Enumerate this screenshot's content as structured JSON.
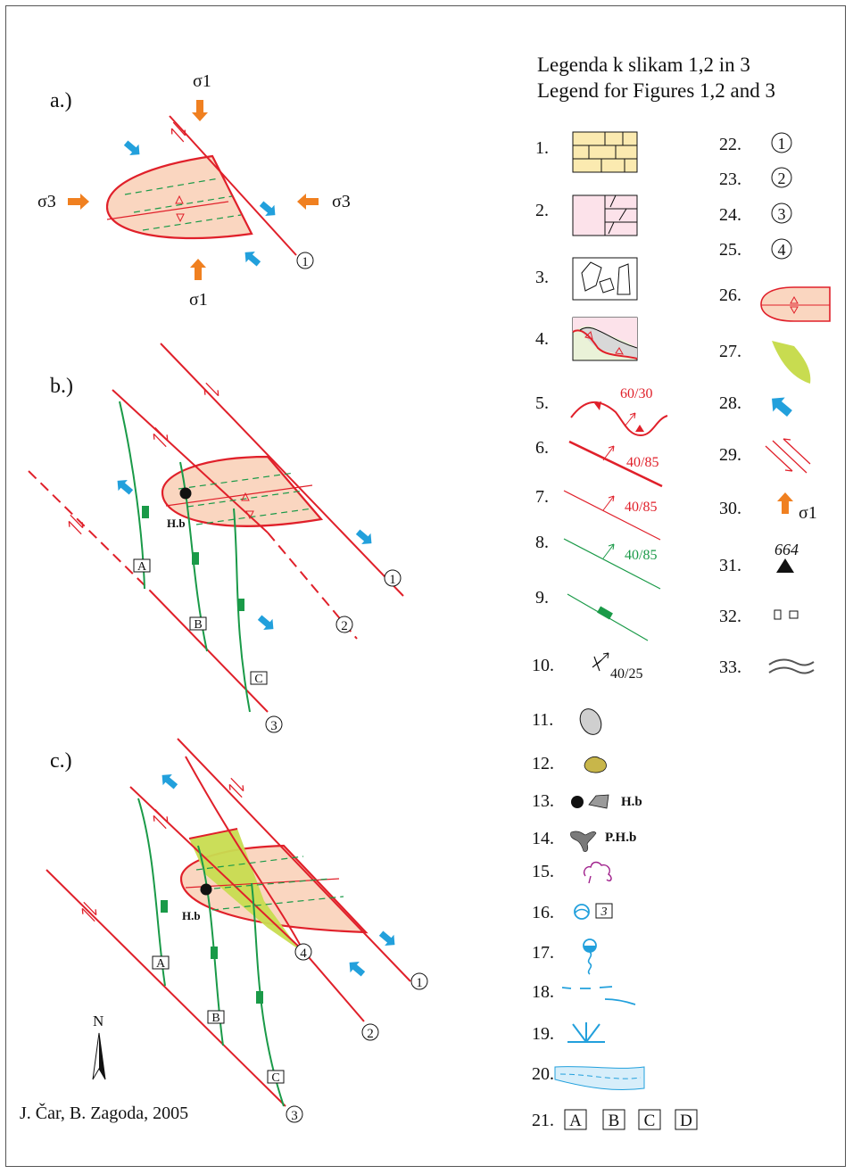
{
  "legend": {
    "title_sl": "Legenda k slikam 1,2 in 3",
    "title_en": "Legend for Figures 1,2 and 3",
    "num": [
      "1.",
      "2.",
      "3.",
      "4.",
      "5.",
      "6.",
      "7.",
      "8.",
      "9.",
      "10.",
      "11.",
      "12.",
      "13.",
      "14.",
      "15.",
      "16.",
      "17.",
      "18.",
      "19.",
      "20.",
      "21.",
      "22.",
      "23.",
      "24.",
      "25.",
      "26.",
      "27.",
      "28.",
      "29.",
      "30.",
      "31.",
      "32.",
      "33."
    ],
    "item5_label": "60/30",
    "item6_label": "40/85",
    "item7_label": "40/85",
    "item8_label": "40/85",
    "item10_label": "40/25",
    "item13_label": "H.b",
    "item14_label": "P.H.b",
    "item16_box": "3",
    "item21": [
      "A",
      "B",
      "C",
      "D"
    ],
    "item22_25": [
      "1",
      "2",
      "3",
      "4"
    ],
    "item30_label": "σ1",
    "item31_label": "664"
  },
  "panels": {
    "a": {
      "label": "a.)",
      "sigma1_top": "σ1",
      "sigma1_bottom": "σ1",
      "sigma3_left": "σ3",
      "sigma3_right": "σ3",
      "fault1": "1"
    },
    "b": {
      "label": "b.)",
      "hb": "H.b",
      "faults": [
        "1",
        "2",
        "3"
      ],
      "boxes": [
        "A",
        "B",
        "C"
      ]
    },
    "c": {
      "label": "c.)",
      "hb": "H.b",
      "faults": [
        "1",
        "2",
        "3",
        "4"
      ],
      "boxes": [
        "A",
        "B",
        "C"
      ]
    }
  },
  "north": "N",
  "credit": "J. Čar, B. Zagoda, 2005",
  "colors": {
    "fault_red": "#e0202a",
    "green": "#1a9a48",
    "lens_fill": "#fad6c0",
    "yellow_green": "#c8dc50",
    "blue_arrow": "#22a0dc",
    "orange_arrow": "#f08020"
  }
}
